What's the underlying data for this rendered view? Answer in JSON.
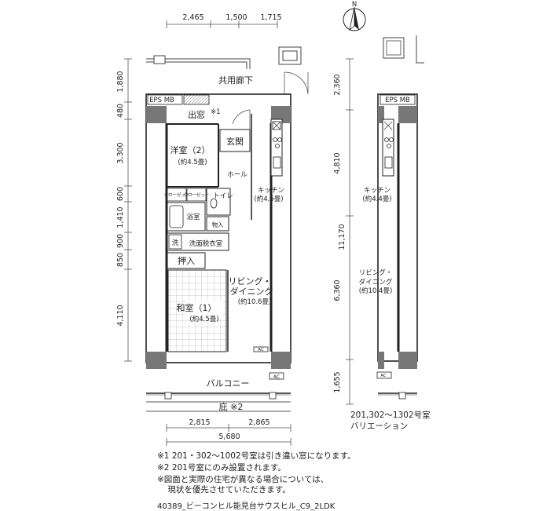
{
  "compass": {
    "label": "N"
  },
  "dims_top": [
    "2,465",
    "1,500",
    "1,715"
  ],
  "dims_left": [
    "1,880",
    "480",
    "3,300",
    "600",
    "1,410",
    "900",
    "850",
    "4,110"
  ],
  "dims_right": [
    "2,360",
    "4,810",
    "11,170",
    "6,360",
    "1,655"
  ],
  "dims_bottom": [
    "2,815",
    "2,865",
    "5,680"
  ],
  "rooms": {
    "corridor": "共用廊下",
    "eps_mb": "EPS MB",
    "eps_mb_variation": "EPS MB",
    "demado": "出窓",
    "demado_note": "※1",
    "genkan": "玄関",
    "youshitsu_name": "洋室（2）",
    "youshitsu_size": "(約4.5畳)",
    "hall": "ホール",
    "kitchen_name": "キッチン",
    "kitchen_size": "(約4.5畳)",
    "closet_a": "クローゼット",
    "closet_b": "クローゼット",
    "toilet": "トイレ",
    "bath": "浴室",
    "storage": "物入",
    "wash": "洗",
    "dressing": "洗面脱衣室",
    "oshiire": "押入",
    "living_name1": "リビング・",
    "living_name2": "ダイニング",
    "living_size": "(約10.6畳)",
    "washitsu_name": "和室（1）",
    "washitsu_size": "(約4.5畳)",
    "ac": "AC",
    "balcony": "バルコニー",
    "eaves": "庇 ※2",
    "kitchen_var_name": "キッチン",
    "kitchen_var_size": "(約4.4畳)",
    "living_var_name1": "リビング・",
    "living_var_name2": "ダイニング",
    "living_var_size": "(約10.4畳)"
  },
  "variation_label": [
    "201,302～1302号室",
    "バリエーション"
  ],
  "notes": [
    "※1  201・302～1002号室は引き違い窓になります。",
    "※2  201号室にのみ設置されます。",
    "※図面と実際の住宅が異なる場合については、",
    "    現状を優先させていただきます。"
  ],
  "caption": "40389_ビーコンヒル能見台サウスヒル_C9_2LDK"
}
